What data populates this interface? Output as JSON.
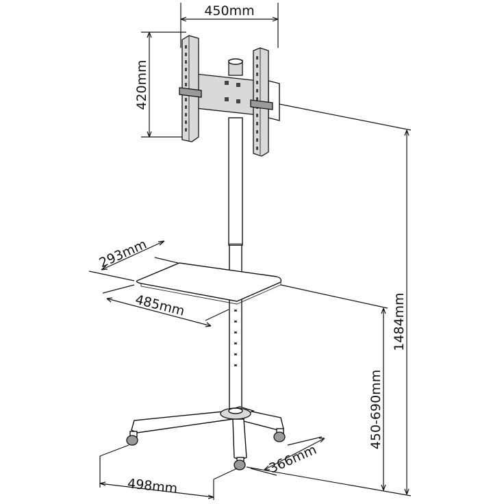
{
  "dimensions": {
    "bracket_width": "450mm",
    "bracket_height": "420mm",
    "shelf_depth": "293mm",
    "shelf_width": "485mm",
    "total_height": "1484mm",
    "shelf_height_range": "450-690mm",
    "base_depth": "366mm",
    "base_width": "498mm"
  },
  "colors": {
    "line": "#111111",
    "metal_light": "#d9d9d9",
    "metal_dark": "#9a9a9a"
  }
}
